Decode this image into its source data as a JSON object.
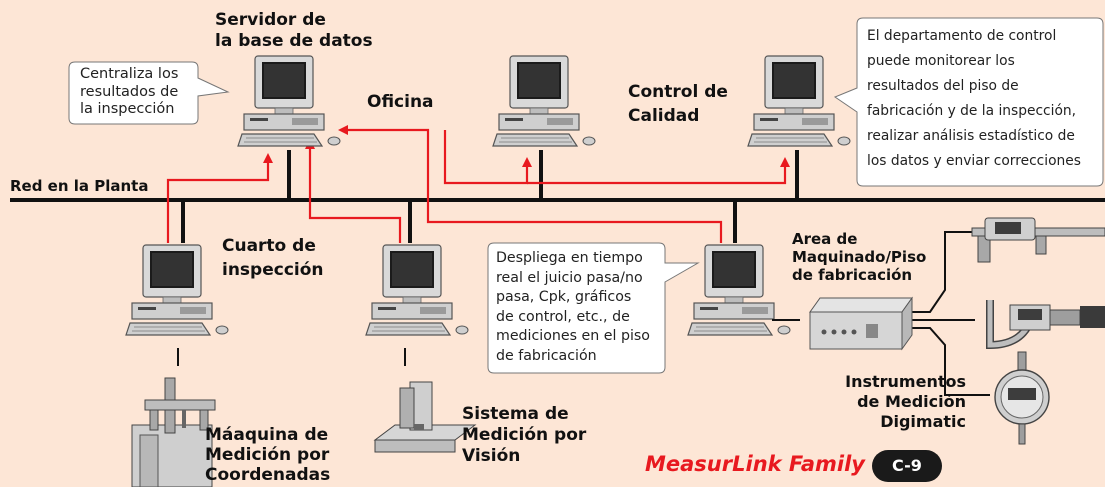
{
  "colors": {
    "background": "#fde6d6",
    "network_line": "#111111",
    "data_flow": "#e8191f",
    "brand": "#e8191f"
  },
  "network": {
    "label": "Red en la Planta"
  },
  "nodes": {
    "db_server": {
      "label_line1": "Servidor de",
      "label_line2": "la base de datos"
    },
    "office": {
      "label": "Oficina"
    },
    "quality_control": {
      "label_line1": "Control de",
      "label_line2": "Calidad"
    },
    "inspection_room": {
      "label_line1": "Cuarto de",
      "label_line2": "inspección"
    },
    "machining_area": {
      "label_line1": "Area de",
      "label_line2": "Maquinado/Piso",
      "label_line3": "de fabricación"
    },
    "cmm": {
      "label_line1": "Máaquina de",
      "label_line2": "Medición por",
      "label_line3": "Coordenadas"
    },
    "vision": {
      "label_line1": "Sistema de",
      "label_line2": "Medición por",
      "label_line3": "Visión"
    },
    "digimatic": {
      "label_line1": "Instrumentos",
      "label_line2": "de Medición",
      "label_line3": "Digimatic"
    }
  },
  "callouts": {
    "centralize": "Centraliza los\nresultados de\nla inspección",
    "quality_dept": "El departamento de control\npuede monitorear los\nresultados del piso de\nfabricación y de la inspección,\nrealizar análisis estadístico de\nlos datos y enviar correcciones",
    "realtime": "Despliega en tiempo\nreal el juicio pasa/no\npasa, Cpk, gráficos\nde control, etc., de\nmediciones en el piso\nde fabricación"
  },
  "footer": {
    "brand": "MeasurLink Family",
    "page_badge": "C-9"
  },
  "icons": [
    "computer-icon",
    "caliper-icon",
    "micrometer-icon",
    "dial-indicator-icon",
    "data-unit-icon",
    "cmm-icon",
    "vision-system-icon"
  ]
}
